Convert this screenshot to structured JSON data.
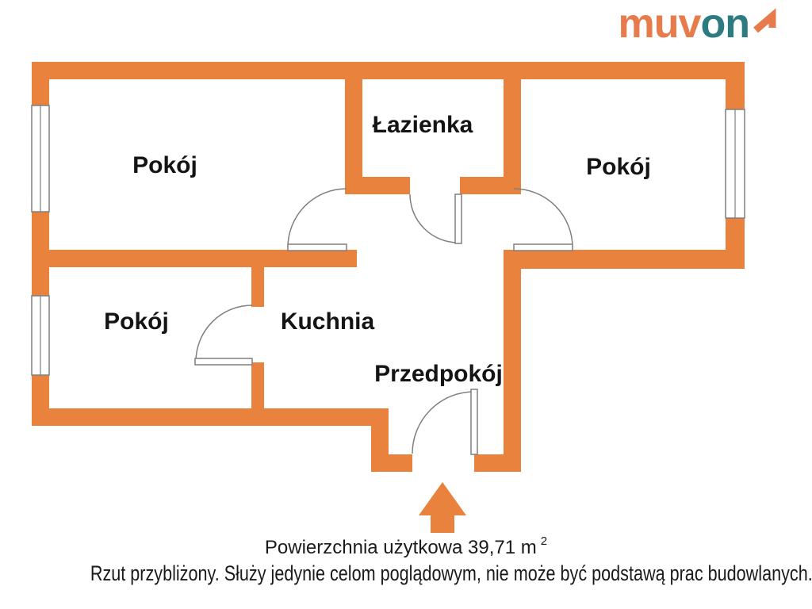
{
  "logo": {
    "part1": "muv",
    "part2": "on"
  },
  "colors": {
    "wall": "#E8823D",
    "line": "#7f7f7f",
    "text": "#141414",
    "logo_orange": "#E87B4B",
    "logo_teal": "#2C7B80"
  },
  "rooms": [
    {
      "label": "Pokój"
    },
    {
      "label": "Łazienka"
    },
    {
      "label": "Pokój"
    },
    {
      "label": "Pokój"
    },
    {
      "label": "Kuchnia"
    },
    {
      "label": "Przedpokój"
    }
  ],
  "captions": {
    "area_label": "Powierzchnia użytkowa 39,71 m",
    "area_sup": "2",
    "disclaimer": "Rzut przybliżony. Służy jedynie celom poglądowym, nie może być podstawą prac budowlanych."
  }
}
